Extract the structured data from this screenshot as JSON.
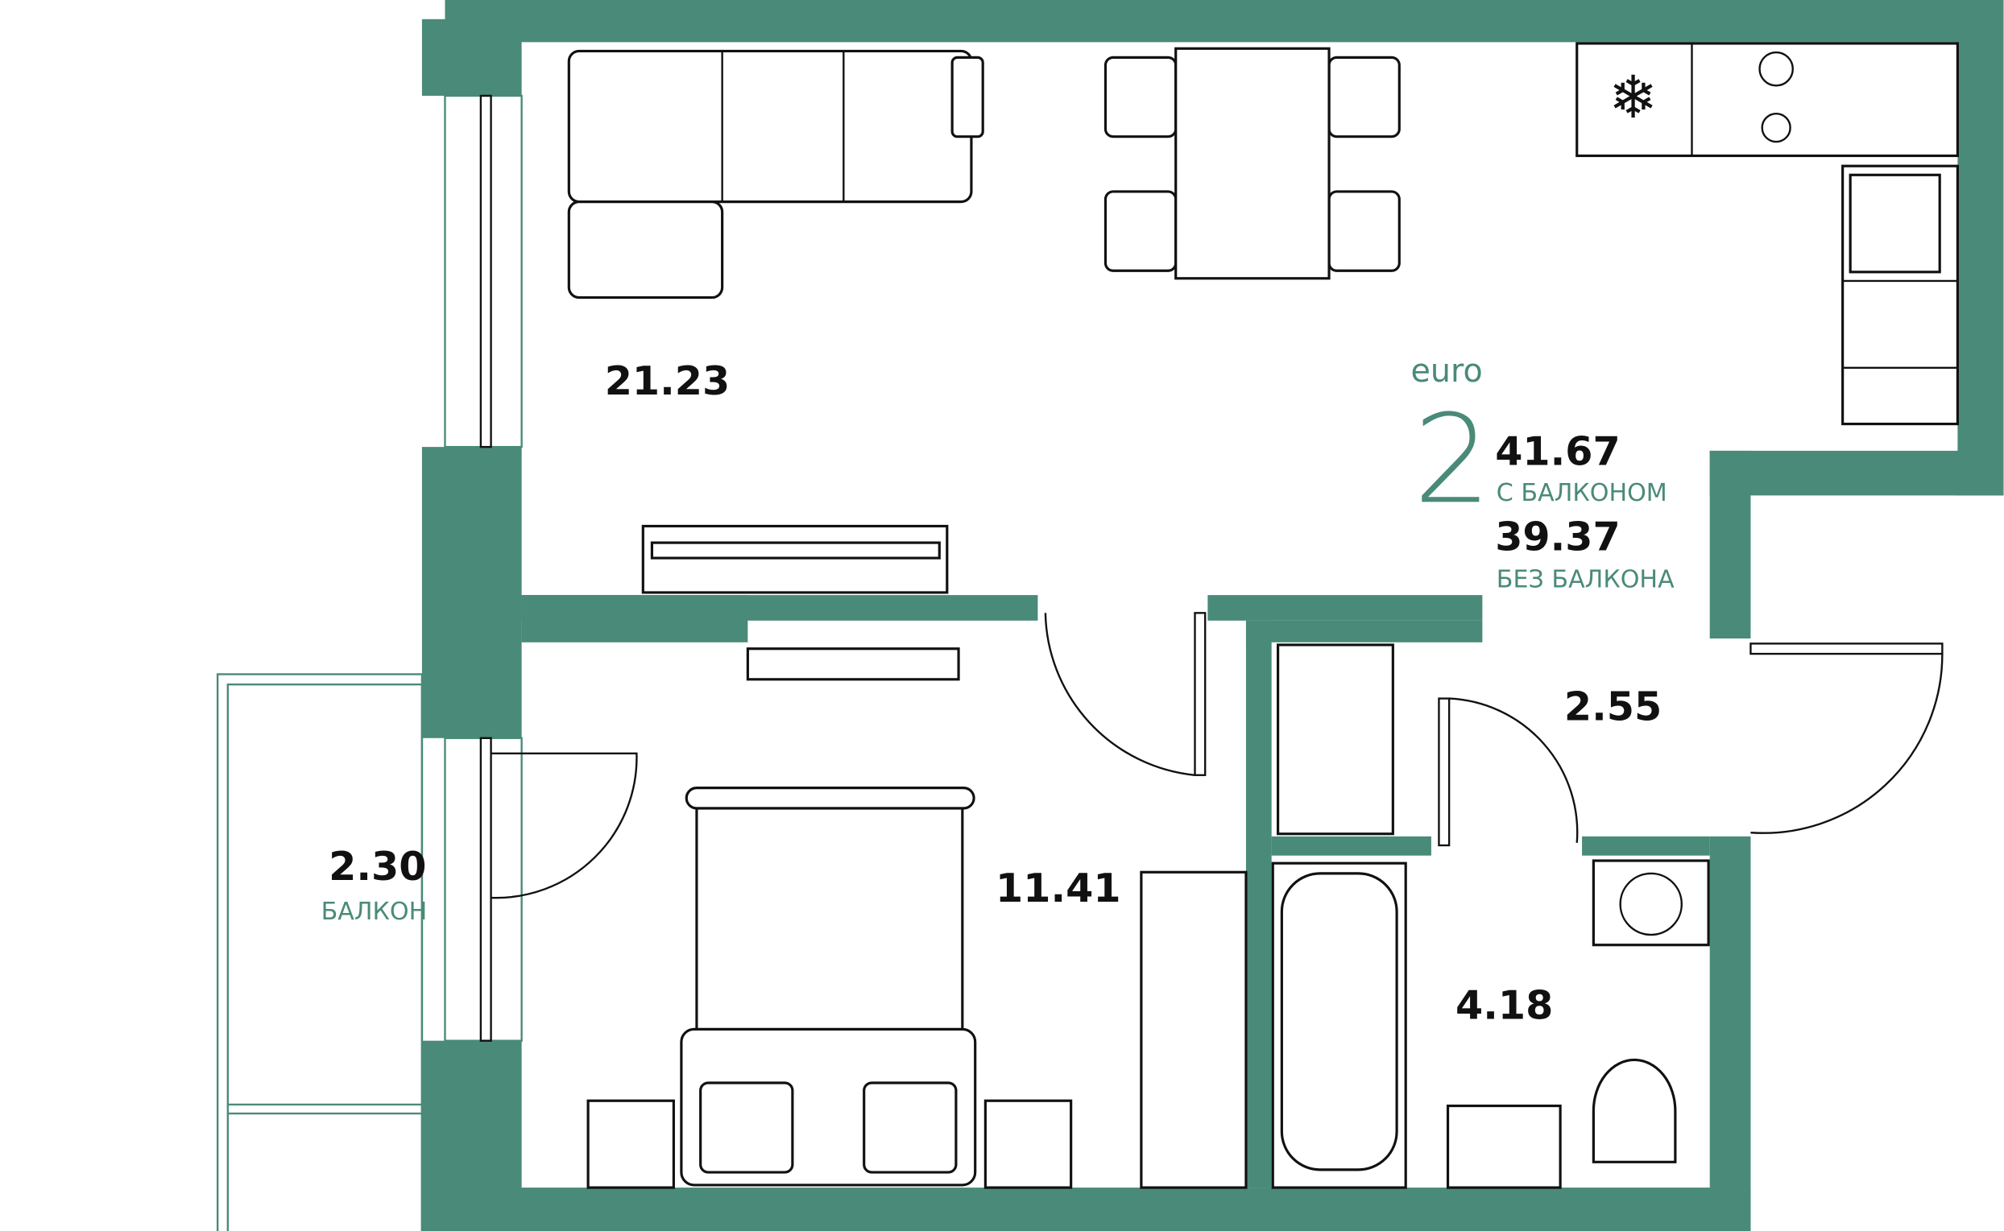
{
  "plan": {
    "type_label": "euro",
    "rooms_count": "2",
    "area_with_balcony": "41.67",
    "area_with_balcony_label": "С БАЛКОНОМ",
    "area_without_balcony": "39.37",
    "area_without_balcony_label": "БЕЗ БАЛКОНА",
    "accent_color": "#4a8a78"
  },
  "rooms": {
    "living_kitchen": "21.23",
    "bedroom": "11.41",
    "hallway": "2.55",
    "bathroom": "4.18",
    "balcony": "2.30",
    "balcony_label": "БАЛКОН"
  }
}
